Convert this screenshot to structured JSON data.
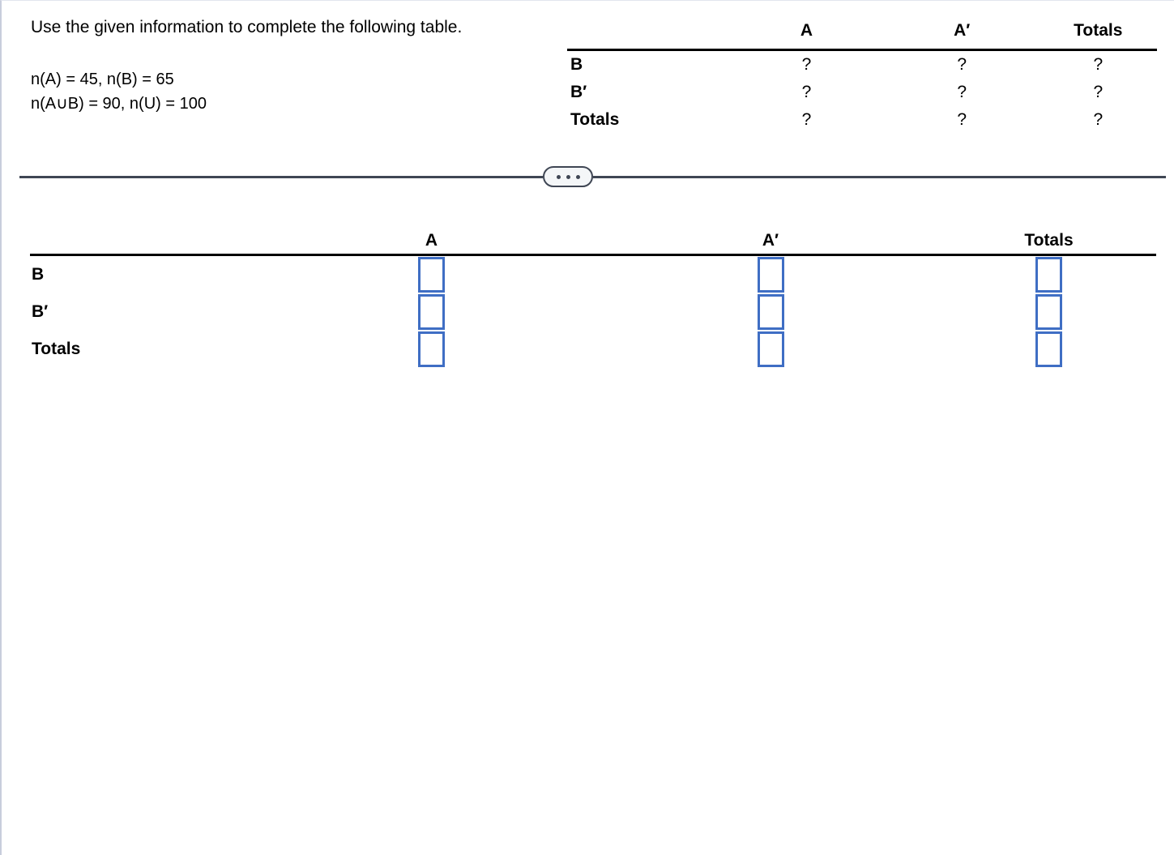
{
  "problem": {
    "prompt": "Use the given information to complete the following table.",
    "given_lines": [
      "n(A) = 45, n(B) = 65",
      "n(A∪B) = 90, n(U) = 100"
    ]
  },
  "question_table": {
    "corner_label": "",
    "columns": [
      "A",
      "A′",
      "Totals"
    ],
    "rows": [
      {
        "label": "B",
        "cells": [
          "?",
          "?",
          "?"
        ]
      },
      {
        "label": "B′",
        "cells": [
          "?",
          "?",
          "?"
        ]
      },
      {
        "label": "Totals",
        "cells": [
          "?",
          "?",
          "?"
        ]
      }
    ]
  },
  "divider": {
    "expand_label": "•••",
    "dots": [
      "•",
      "•",
      "•"
    ]
  },
  "answer_table": {
    "corner_label": "",
    "columns": [
      "A",
      "A′",
      "Totals"
    ],
    "rows": [
      {
        "label": "B",
        "values": [
          "",
          "",
          ""
        ]
      },
      {
        "label": "B′",
        "values": [
          "",
          "",
          ""
        ]
      },
      {
        "label": "Totals",
        "values": [
          "",
          "",
          ""
        ]
      }
    ]
  },
  "colors": {
    "input_border": "#3f6ec4",
    "divider": "#3f4654",
    "rule": "#000000",
    "page_edge": "#c8cddc"
  }
}
